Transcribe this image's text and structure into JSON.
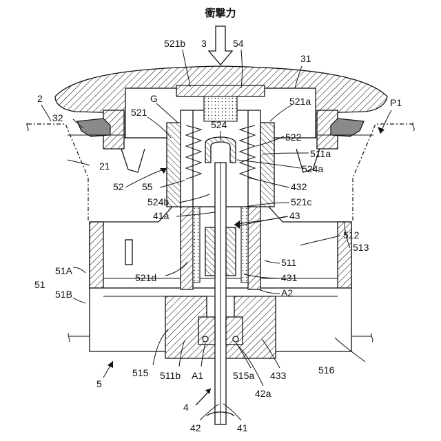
{
  "force_label": "衝撃力",
  "labels": {
    "l_521b": "521b",
    "l_3": "3",
    "l_54": "54",
    "l_31": "31",
    "l_2": "2",
    "l_G": "G",
    "l_521": "521",
    "l_521a": "521a",
    "l_P1": "P1",
    "l_32": "32",
    "l_524": "524",
    "l_522": "522",
    "l_511a": "511a",
    "l_21": "21",
    "l_524a": "524a",
    "l_52": "52",
    "l_55": "55",
    "l_432": "432",
    "l_524b": "524b",
    "l_521c": "521c",
    "l_41a": "41a",
    "l_43": "43",
    "l_512": "512",
    "l_513": "513",
    "l_51A": "51A",
    "l_511": "511",
    "l_51": "51",
    "l_521d": "521d",
    "l_431": "431",
    "l_51B": "51B",
    "l_A2": "A2",
    "l_515": "515",
    "l_511b": "511b",
    "l_A1": "A1",
    "l_515a": "515a",
    "l_433": "433",
    "l_516": "516",
    "l_5": "5",
    "l_42a": "42a",
    "l_4": "4",
    "l_42": "42",
    "l_41": "41"
  }
}
